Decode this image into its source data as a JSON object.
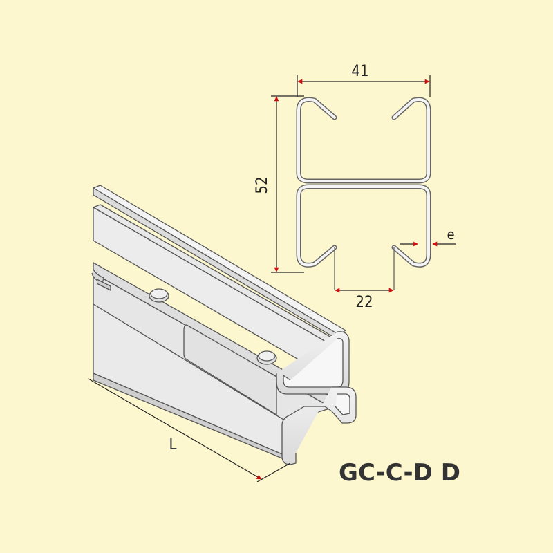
{
  "diagram": {
    "product_code": "GC-C-D D",
    "dimensions": {
      "width": "41",
      "height": "52",
      "slot": "22",
      "thickness": "e",
      "length": "L"
    }
  }
}
